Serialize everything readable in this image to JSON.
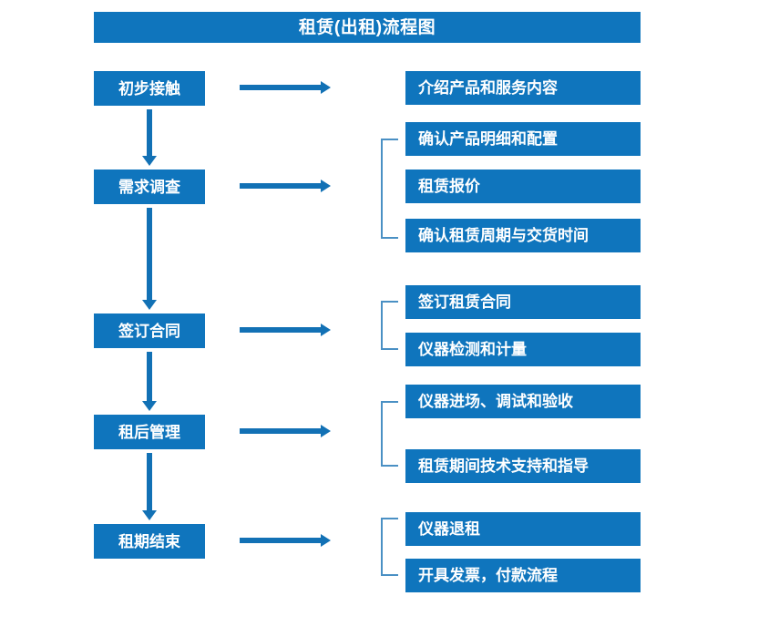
{
  "diagram": {
    "title": "租赁(出租)流程图",
    "accent_color": "#0f75bd",
    "arrow_color": "#1271b5",
    "brace_color": "#4a90c4",
    "text_color": "#ffffff",
    "background_color": "#ffffff"
  },
  "stages": [
    {
      "label": "初步接触"
    },
    {
      "label": "需求调查"
    },
    {
      "label": "签订合同"
    },
    {
      "label": "租后管理"
    },
    {
      "label": "租期结束"
    }
  ],
  "details": [
    {
      "label": "介绍产品和服务内容"
    },
    {
      "label": "确认产品明细和配置"
    },
    {
      "label": "租赁报价"
    },
    {
      "label": "确认租赁周期与交货时间"
    },
    {
      "label": "签订租赁合同"
    },
    {
      "label": "仪器检测和计量"
    },
    {
      "label": "仪器进场、调试和验收"
    },
    {
      "label": "租赁期间技术支持和指导"
    },
    {
      "label": "仪器退租"
    },
    {
      "label": "开具发票，付款流程"
    }
  ],
  "groups": [
    {
      "stage": "初步接触",
      "details": [
        "介绍产品和服务内容"
      ]
    },
    {
      "stage": "需求调查",
      "details": [
        "确认产品明细和配置",
        "租赁报价",
        "确认租赁周期与交货时间"
      ]
    },
    {
      "stage": "签订合同",
      "details": [
        "签订租赁合同",
        "仪器检测和计量"
      ]
    },
    {
      "stage": "租后管理",
      "details": [
        "仪器进场、调试和验收",
        "租赁期间技术支持和指导"
      ]
    },
    {
      "stage": "租期结束",
      "details": [
        "仪器退租",
        "开具发票，付款流程"
      ]
    }
  ]
}
